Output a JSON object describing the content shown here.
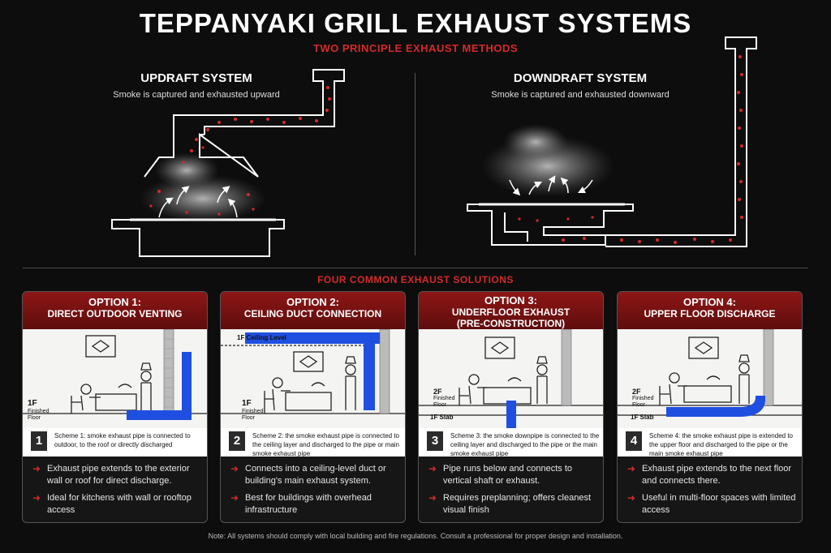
{
  "header": {
    "title": "TEPPANYAKI GRILL EXHAUST SYSTEMS",
    "subtitle": "TWO PRINCIPLE EXHAUST METHODS"
  },
  "updraft": {
    "title": "UPDRAFT SYSTEM",
    "subtitle": "Smoke is captured and exhausted upward"
  },
  "downdraft": {
    "title": "DOWNDRAFT SYSTEM",
    "subtitle": "Smoke is captured and exhausted downward"
  },
  "section_title": "FOUR COMMON EXHAUST SOLUTIONS",
  "options": [
    {
      "line1": "OPTION 1:",
      "line2": "DIRECT OUTDOOR VENTING",
      "number": "1",
      "floor_label": "1F",
      "floor_sub1": "Finished",
      "floor_sub2": "Floor",
      "scheme": "Scheme 1: smoke exhaust pipe is connected to outdoor, to the roof or directly discharged",
      "bullets": [
        "Exhaust pipe extends to the exterior wall or roof for direct discharge.",
        "Ideal for kitchens with wall or rooftop access"
      ]
    },
    {
      "line1": "OPTION 2:",
      "line2": "CEILING DUCT CONNECTION",
      "number": "2",
      "ceiling_label": "1F Ceiling Level",
      "floor_label": "1F",
      "floor_sub1": "Finished",
      "floor_sub2": "Floor",
      "scheme": "Scheme 2: the smoke exhaust pipe is connected to the ceiling layer and discharged to the pipe or main smoke exhaust pipe",
      "bullets": [
        "Connects into a ceiling-level duct or building's main exhaust system.",
        "Best for buildings with overhead infrastructure"
      ]
    },
    {
      "line1": "OPTION 3:",
      "line2": "UNDERFLOOR EXHAUST",
      "line3": "(PRE-CONSTRUCTION)",
      "number": "3",
      "floor_label": "2F",
      "floor_sub1": "Finished",
      "floor_sub2": "Floor",
      "slab_label": "1F Slab",
      "scheme": "Scheme 3: the smoke downpipe is connected to the ceiling layer and discharged to the pipe or the main smoke exhaust pipe",
      "bullets": [
        "Pipe runs below and connects to vertical shaft or exhaust.",
        "Requires preplanning; offers cleanest visual finish"
      ]
    },
    {
      "line1": "OPTION 4:",
      "line2": "UPPER FLOOR DISCHARGE",
      "number": "4",
      "floor_label": "2F",
      "floor_sub1": "Finished",
      "floor_sub2": "Floor",
      "slab_label": "1F Slab",
      "scheme": "Scheme 4: the smoke exhaust pipe is extended to the upper floor and discharged to the pipe or the main smoke exhaust pipe",
      "bullets": [
        "Exhaust pipe extends to the next floor and connects there.",
        "Useful in multi-floor spaces with limited access"
      ]
    }
  ],
  "note": "Note: All systems should comply with local building and fire regulations. Consult a professional for proper design and installation.",
  "colors": {
    "accent_red": "#d42a2a",
    "header_red": "#8e1616",
    "duct_blue": "#1f4fe0"
  }
}
